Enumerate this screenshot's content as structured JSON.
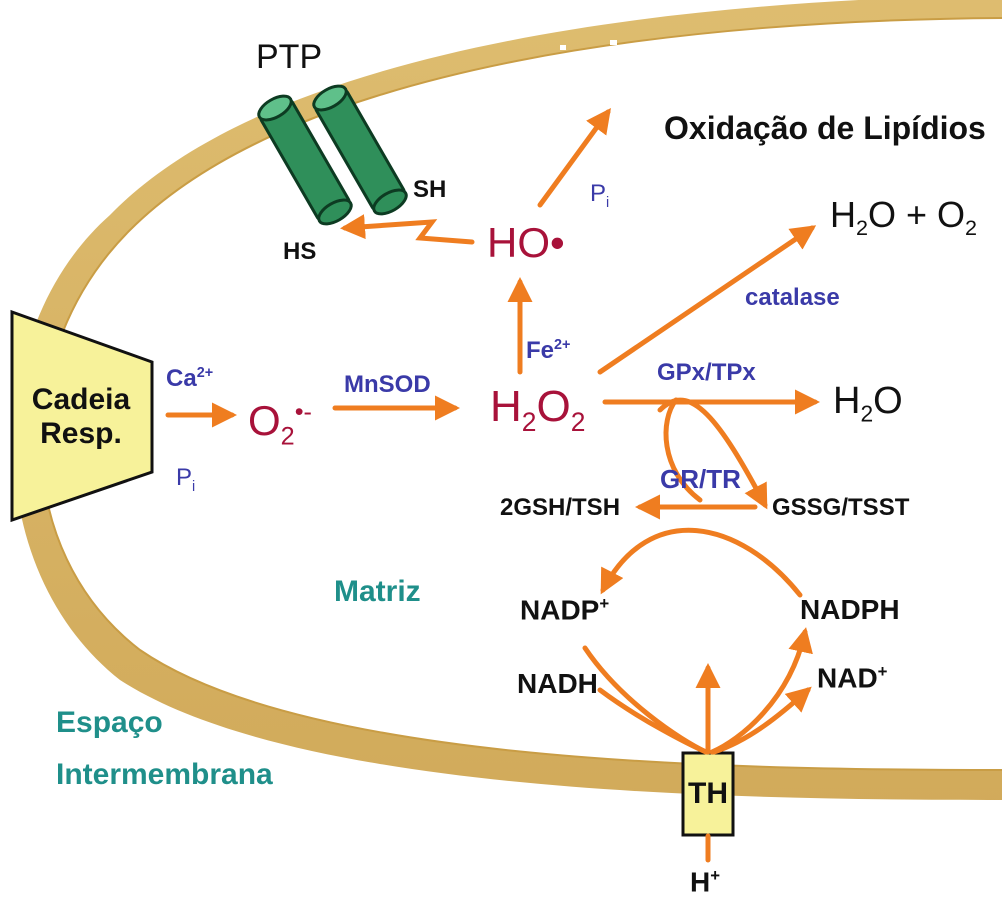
{
  "labels": {
    "ptp": "PTP",
    "lipid_oxidation": "Oxidação de Lipídios",
    "sh": "SH",
    "hs": "HS",
    "hydroxyl_radical": "HO•",
    "pi_top": "P",
    "pi_sub": "i",
    "h2o_o2_h": "H",
    "h2o_o2_2": "2",
    "h2o_o2_o": "O + O",
    "h2o_o2_o2": "2",
    "catalase": "catalase",
    "fe": "Fe",
    "fe_sup": "2+",
    "cadeia": "Cadeia",
    "resp": "Resp.",
    "ca": "Ca",
    "ca_sup": "2+",
    "pi_left": "P",
    "pi_left_sub": "i",
    "superoxide_o": "O",
    "superoxide_2": "2",
    "superoxide_sup": "•-",
    "mnsod": "MnSOD",
    "h2o2_h": "H",
    "h2o2_2a": "2",
    "h2o2_o": "O",
    "h2o2_2b": "2",
    "gpx_tpx": "GPx/TPx",
    "water_h": "H",
    "water_2": "2",
    "water_o": "O",
    "gr_tr": "GR/TR",
    "gsh_tsh": "2GSH/TSH",
    "gssg_tsst": "GSSG/TSST",
    "matriz": "Matriz",
    "nadp": "NADP",
    "nadp_sup": "+",
    "nadph": "NADPH",
    "nadh": "NADH",
    "nad": "NAD",
    "nad_sup": "+",
    "espaco": "Espaço",
    "intermembrana": "Intermembrana",
    "th": "TH",
    "hplus": "H",
    "hplus_sup": "+"
  },
  "colors": {
    "membrane": "#d9b45a",
    "arrow": "#ef7d20",
    "ptp_channel": "#2f8f5a",
    "box_fill": "#f7f29a",
    "blue_text": "#3a3aa8",
    "teal_text": "#1f8f8a",
    "red_text": "#a8123a"
  }
}
